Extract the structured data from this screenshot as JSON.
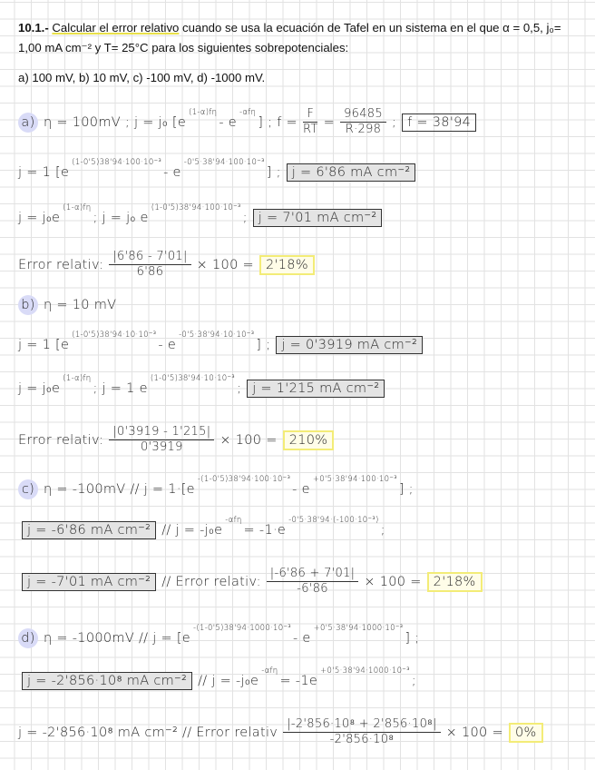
{
  "statement": {
    "number": "10.1.-",
    "highlight": "Calcular el error relativo",
    "rest1": " cuando se usa la ecuación de Tafel en un sistema en el que α = 0,5, j₀= 1,00 mA cm⁻² y T= 25°C para los siguientes sobrepotenciales:",
    "parts": "a) 100 mV, b) 10 mV, c) -100 mV, d) -1000 mV."
  },
  "solution": [
    [
      {
        "label": "a)"
      },
      {
        "t": "η = 100mV ; j = j₀ [e"
      },
      {
        "sup": "(1-α)fη"
      },
      {
        "t": " - e"
      },
      {
        "sup": "-αfη"
      },
      {
        "t": "] ; f = "
      },
      {
        "frac": [
          "F",
          "RT"
        ]
      },
      {
        "t": "="
      },
      {
        "frac": [
          "96485",
          "R·298"
        ]
      },
      {
        "t": ";"
      },
      {
        "box": "f = 38'94",
        "style": "plain"
      }
    ],
    [
      {
        "t": "j = 1 [e"
      },
      {
        "sup": "(1-0'5)38'94·100·10⁻³"
      },
      {
        "t": " - e"
      },
      {
        "sup": "-0'5·38'94·100·10⁻³"
      },
      {
        "t": "] ;"
      },
      {
        "box": "j = 6'86 mA cm⁻²",
        "style": "gray"
      }
    ],
    [
      {
        "t": "j = j₀e"
      },
      {
        "sup": "(1-α)fη"
      },
      {
        "t": " ; j = j₀ e"
      },
      {
        "sup": "(1-0'5)38'94·100·10⁻³"
      },
      {
        "t": " ;"
      },
      {
        "box": "j = 7'01 mA cm⁻²",
        "style": "gray"
      }
    ],
    [
      {
        "t": "Error relativ: "
      },
      {
        "frac": [
          "|6'86 - 7'01|",
          "6'86"
        ]
      },
      {
        "t": "× 100 ="
      },
      {
        "box": "2'18%",
        "style": "yellow"
      }
    ],
    [
      {
        "label": "b)"
      },
      {
        "t": "η = 10 mV"
      }
    ],
    [
      {
        "t": "j = 1 [e"
      },
      {
        "sup": "(1-0'5)38'94·10·10⁻³"
      },
      {
        "t": " - e"
      },
      {
        "sup": "-0'5·38'94·10·10⁻³"
      },
      {
        "t": "] ;"
      },
      {
        "box": "j = 0'3919 mA cm⁻²",
        "style": "gray"
      }
    ],
    [
      {
        "t": "j = j₀e"
      },
      {
        "sup": "(1-α)fη"
      },
      {
        "t": " ; j = 1 e"
      },
      {
        "sup": "(1-0'5)38'94·10·10⁻³"
      },
      {
        "t": " ;"
      },
      {
        "box": "j = 1'215 mA cm⁻²",
        "style": "gray"
      }
    ],
    [
      {
        "t": "Error relativ: "
      },
      {
        "frac": [
          "|0'3919 - 1'215|",
          "0'3919"
        ]
      },
      {
        "t": "× 100 ="
      },
      {
        "box": "210%",
        "style": "yellow"
      }
    ],
    [
      {
        "label": "c)"
      },
      {
        "t": "η = -100mV // j = 1·[e"
      },
      {
        "sup": "-(1-0'5)38'94·100·10⁻³"
      },
      {
        "t": " - e"
      },
      {
        "sup": "+0'5·38'94·100·10⁻³"
      },
      {
        "t": "] ;"
      }
    ],
    [
      {
        "box": "j = -6'86 mA cm⁻²",
        "style": "gray"
      },
      {
        "t": "// j = -j₀e"
      },
      {
        "sup": "-αfη"
      },
      {
        "t": " = -1·e"
      },
      {
        "sup": "-0'5·38'94·(-100·10⁻³)"
      },
      {
        "t": " ;"
      }
    ],
    [
      {
        "box": "j = -7'01 mA cm⁻²",
        "style": "gray"
      },
      {
        "t": "// Error relativ: "
      },
      {
        "frac": [
          "|-6'86 + 7'01|",
          "-6'86"
        ]
      },
      {
        "t": "× 100 ="
      },
      {
        "box": "2'18%",
        "style": "yellow"
      }
    ],
    [
      {
        "label": "d)"
      },
      {
        "t": "η = -1000mV // j = [e"
      },
      {
        "sup": "-(1-0'5)38'94·1000·10⁻³"
      },
      {
        "t": " - e"
      },
      {
        "sup": "+0'5·38'94·1000·10⁻³"
      },
      {
        "t": "] ;"
      }
    ],
    [
      {
        "box": "j = -2'856·10⁸ mA cm⁻²",
        "style": "gray"
      },
      {
        "t": "// j = -j₀e"
      },
      {
        "sup": "-αfη"
      },
      {
        "t": " = -1e"
      },
      {
        "sup": "+0'5·38'94·1000·10⁻³"
      },
      {
        "t": " ;"
      }
    ],
    [
      {
        "t": "j = -2'856·10⁸ mA cm⁻² // Error relativ "
      },
      {
        "frac": [
          "|-2'856·10⁸ + 2'856·10⁸|",
          "-2'856·10⁸"
        ]
      },
      {
        "t": "× 100 ="
      },
      {
        "box": "0%",
        "style": "yellow"
      }
    ]
  ]
}
